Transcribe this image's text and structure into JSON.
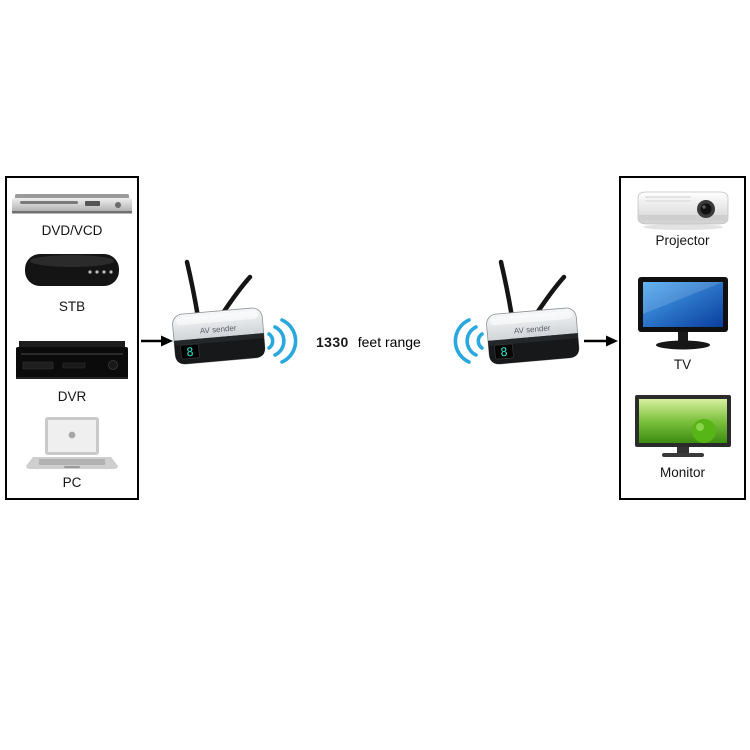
{
  "diagram": {
    "range": {
      "value": "1330",
      "unit": "feet range"
    },
    "source_panel": {
      "items": [
        {
          "label": "DVD/VCD"
        },
        {
          "label": "STB"
        },
        {
          "label": "DVR"
        },
        {
          "label": "PC"
        }
      ]
    },
    "sink_panel": {
      "items": [
        {
          "label": "Projector"
        },
        {
          "label": "TV"
        },
        {
          "label": "Monitor"
        }
      ]
    },
    "transmitter": {
      "label": "AV sender",
      "display_digit": "8"
    },
    "receiver": {
      "label": "AV sender",
      "display_digit": "8"
    },
    "colors": {
      "wifi_blue": "#29a8e0",
      "arrow_black": "#000000",
      "panel_border": "#000000",
      "display_green": "#2de0c8"
    }
  }
}
